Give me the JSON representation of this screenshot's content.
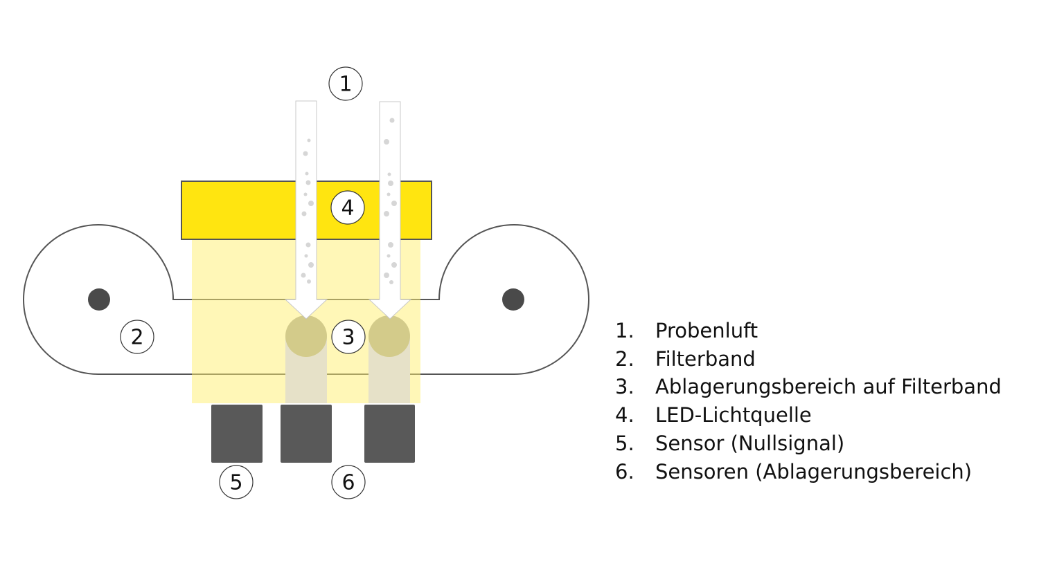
{
  "diagram": {
    "callouts": {
      "c1": "1",
      "c2": "2",
      "c3": "3",
      "c4": "4",
      "c5": "5",
      "c6": "6"
    },
    "legend": [
      {
        "num": "1.",
        "label": "Probenluft"
      },
      {
        "num": "2.",
        "label": "Filterband"
      },
      {
        "num": "3.",
        "label": "Ablagerungsbereich auf Filterband"
      },
      {
        "num": "4.",
        "label": "LED-Lichtquelle"
      },
      {
        "num": "5.",
        "label": "Sensor (Nullsignal)"
      },
      {
        "num": "6.",
        "label": "Sensoren (Ablagerungsbereich)"
      }
    ],
    "colors": {
      "led": "#FFE510",
      "light": "#FFF3A0",
      "deposit": "#D3CB8A",
      "sensor": "#595959",
      "outline": "#555555"
    }
  }
}
